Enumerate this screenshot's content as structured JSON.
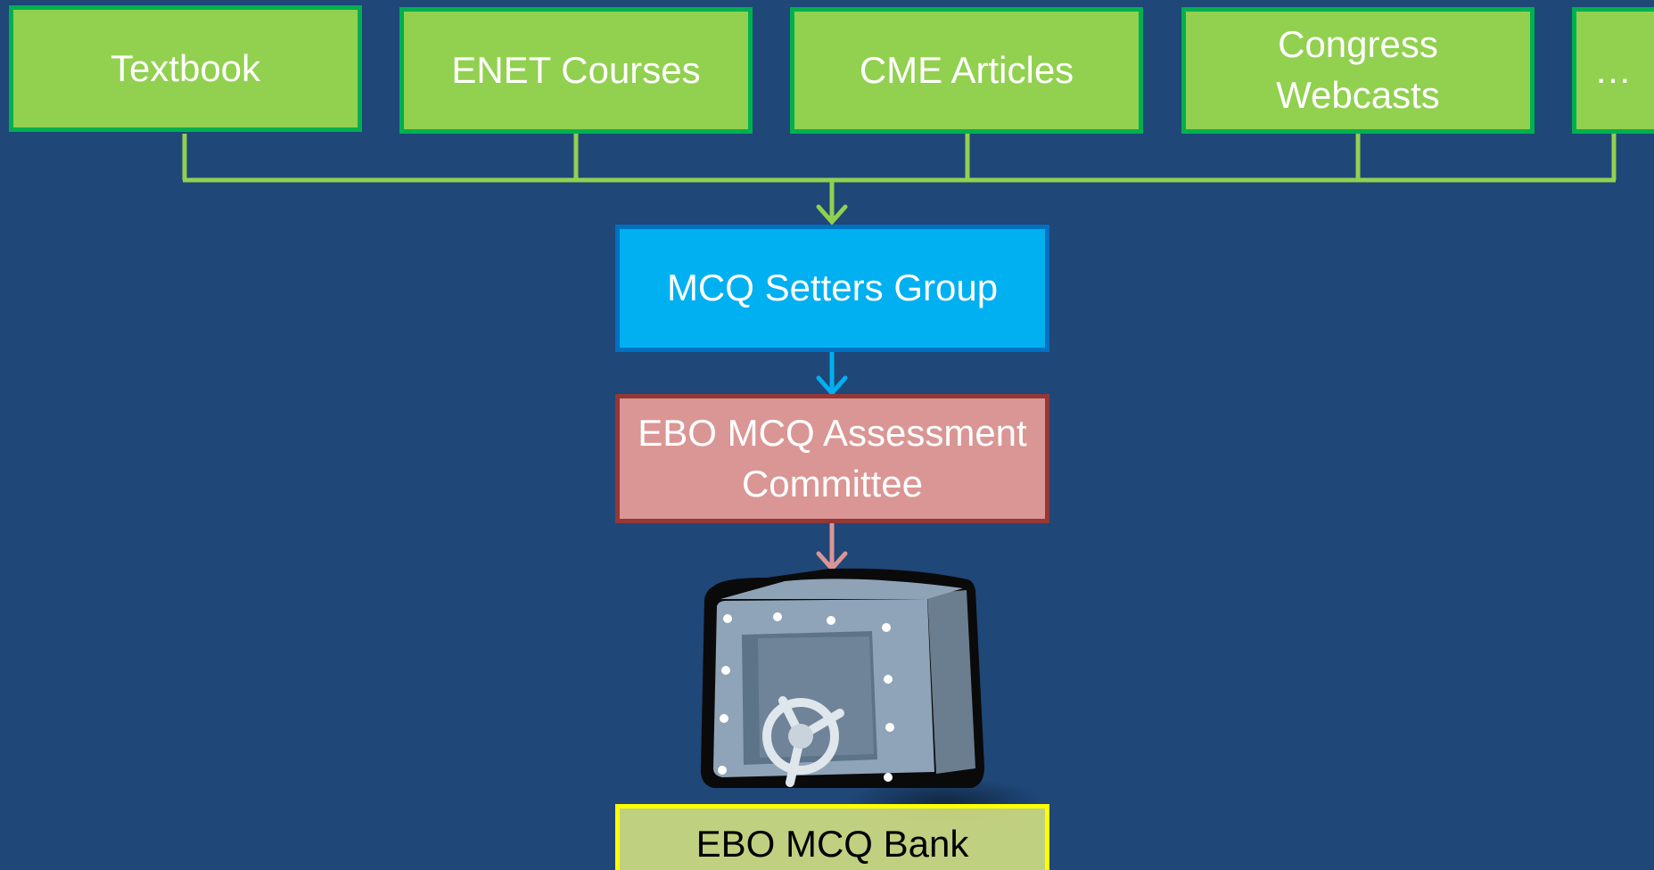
{
  "sources": [
    {
      "label": "Textbook"
    },
    {
      "label": "ENET Courses"
    },
    {
      "label": "CME Articles"
    },
    {
      "label": "Congress Webcasts"
    },
    {
      "label": "…"
    }
  ],
  "setters": {
    "label": "MCQ Setters Group"
  },
  "committee": {
    "label": "EBO MCQ Assessment Committee"
  },
  "bank": {
    "label": "EBO MCQ Bank"
  },
  "icons": {
    "storage": "safe-icon"
  },
  "colors": {
    "background": "#1f4778",
    "source_fill": "#92d050",
    "source_border": "#00b050",
    "setters_fill": "#00b0f0",
    "setters_border": "#0070c0",
    "committee_fill": "#da9694",
    "committee_border": "#953735",
    "bank_border": "#ffff00"
  }
}
